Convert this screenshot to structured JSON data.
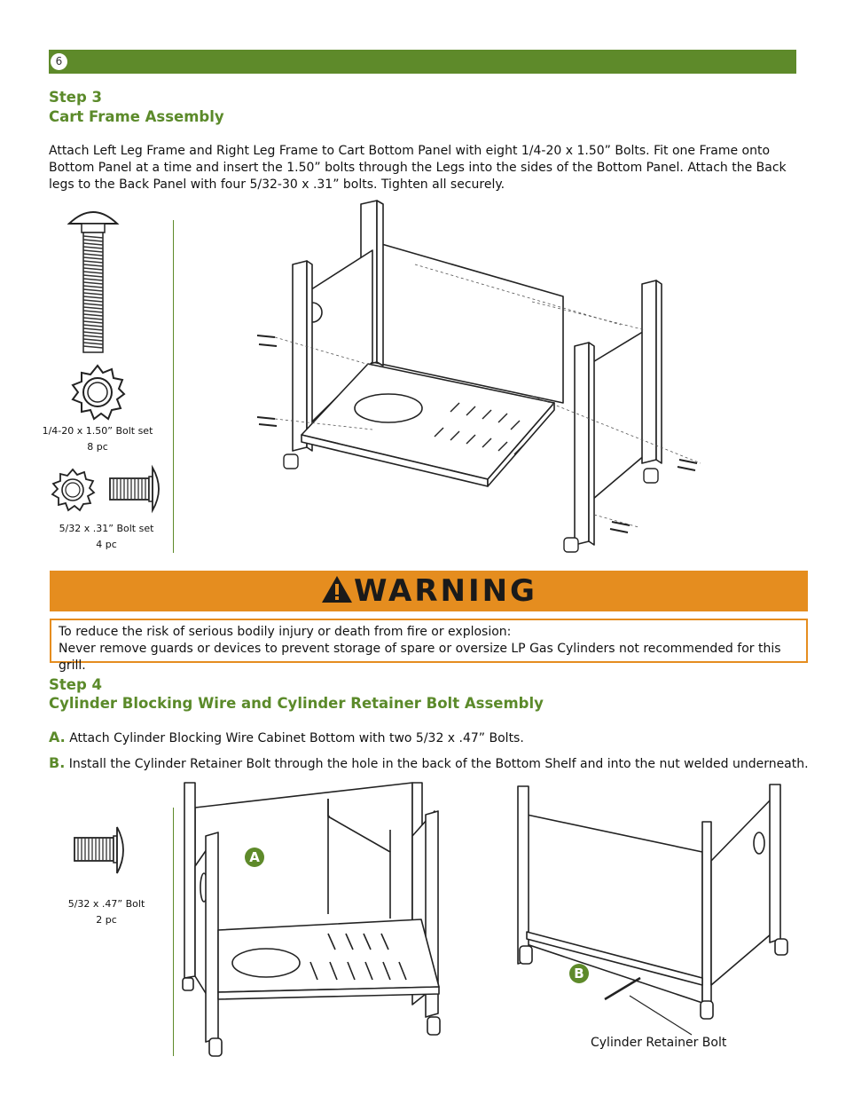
{
  "page": {
    "number": "6"
  },
  "step3": {
    "step_label": "Step 3",
    "title": "Cart Frame Assembly",
    "instructions": [
      "Attach Left Leg Frame and Right Leg Frame to Cart Bottom Panel with eight 1/4-20 x 1.50” Bolts. Fit one Frame onto",
      "Bottom Panel at a time and insert the 1.50” bolts through the Legs into the sides of the Bottom Panel. Attach the Back",
      "legs to the Back Panel with four 5/32-30 x .31” bolts. Tighten all securely."
    ],
    "parts": [
      {
        "name": "1/4-20 x 1.50” Bolt set",
        "qty": "8 pc"
      },
      {
        "name": "5/32 x .31” Bolt set",
        "qty": "4 pc"
      }
    ]
  },
  "warning": {
    "title": "WARNING",
    "lines": [
      "To reduce the risk of serious bodily injury or death from fire or explosion:",
      "Never remove guards or devices to prevent storage of spare or oversize LP Gas Cylinders not recommended for this grill."
    ]
  },
  "step4": {
    "step_label": "Step 4",
    "title": "Cylinder Blocking Wire and Cylinder Retainer Bolt Assembly",
    "items": [
      {
        "letter": "A.",
        "text": "Attach Cylinder Blocking Wire Cabinet Bottom with two 5/32 x .47” Bolts."
      },
      {
        "letter": "B.",
        "text": "Install the Cylinder Retainer Bolt through the hole in the back of the Bottom Shelf and into the nut welded underneath."
      }
    ],
    "part": {
      "name": "5/32 x .47” Bolt",
      "qty": "2 pc"
    },
    "badge_a": "A",
    "badge_b": "B",
    "callout": "Cylinder Retainer Bolt"
  },
  "colors": {
    "accent_green": "#5e8a2a",
    "warning_orange": "#e58d1f"
  }
}
